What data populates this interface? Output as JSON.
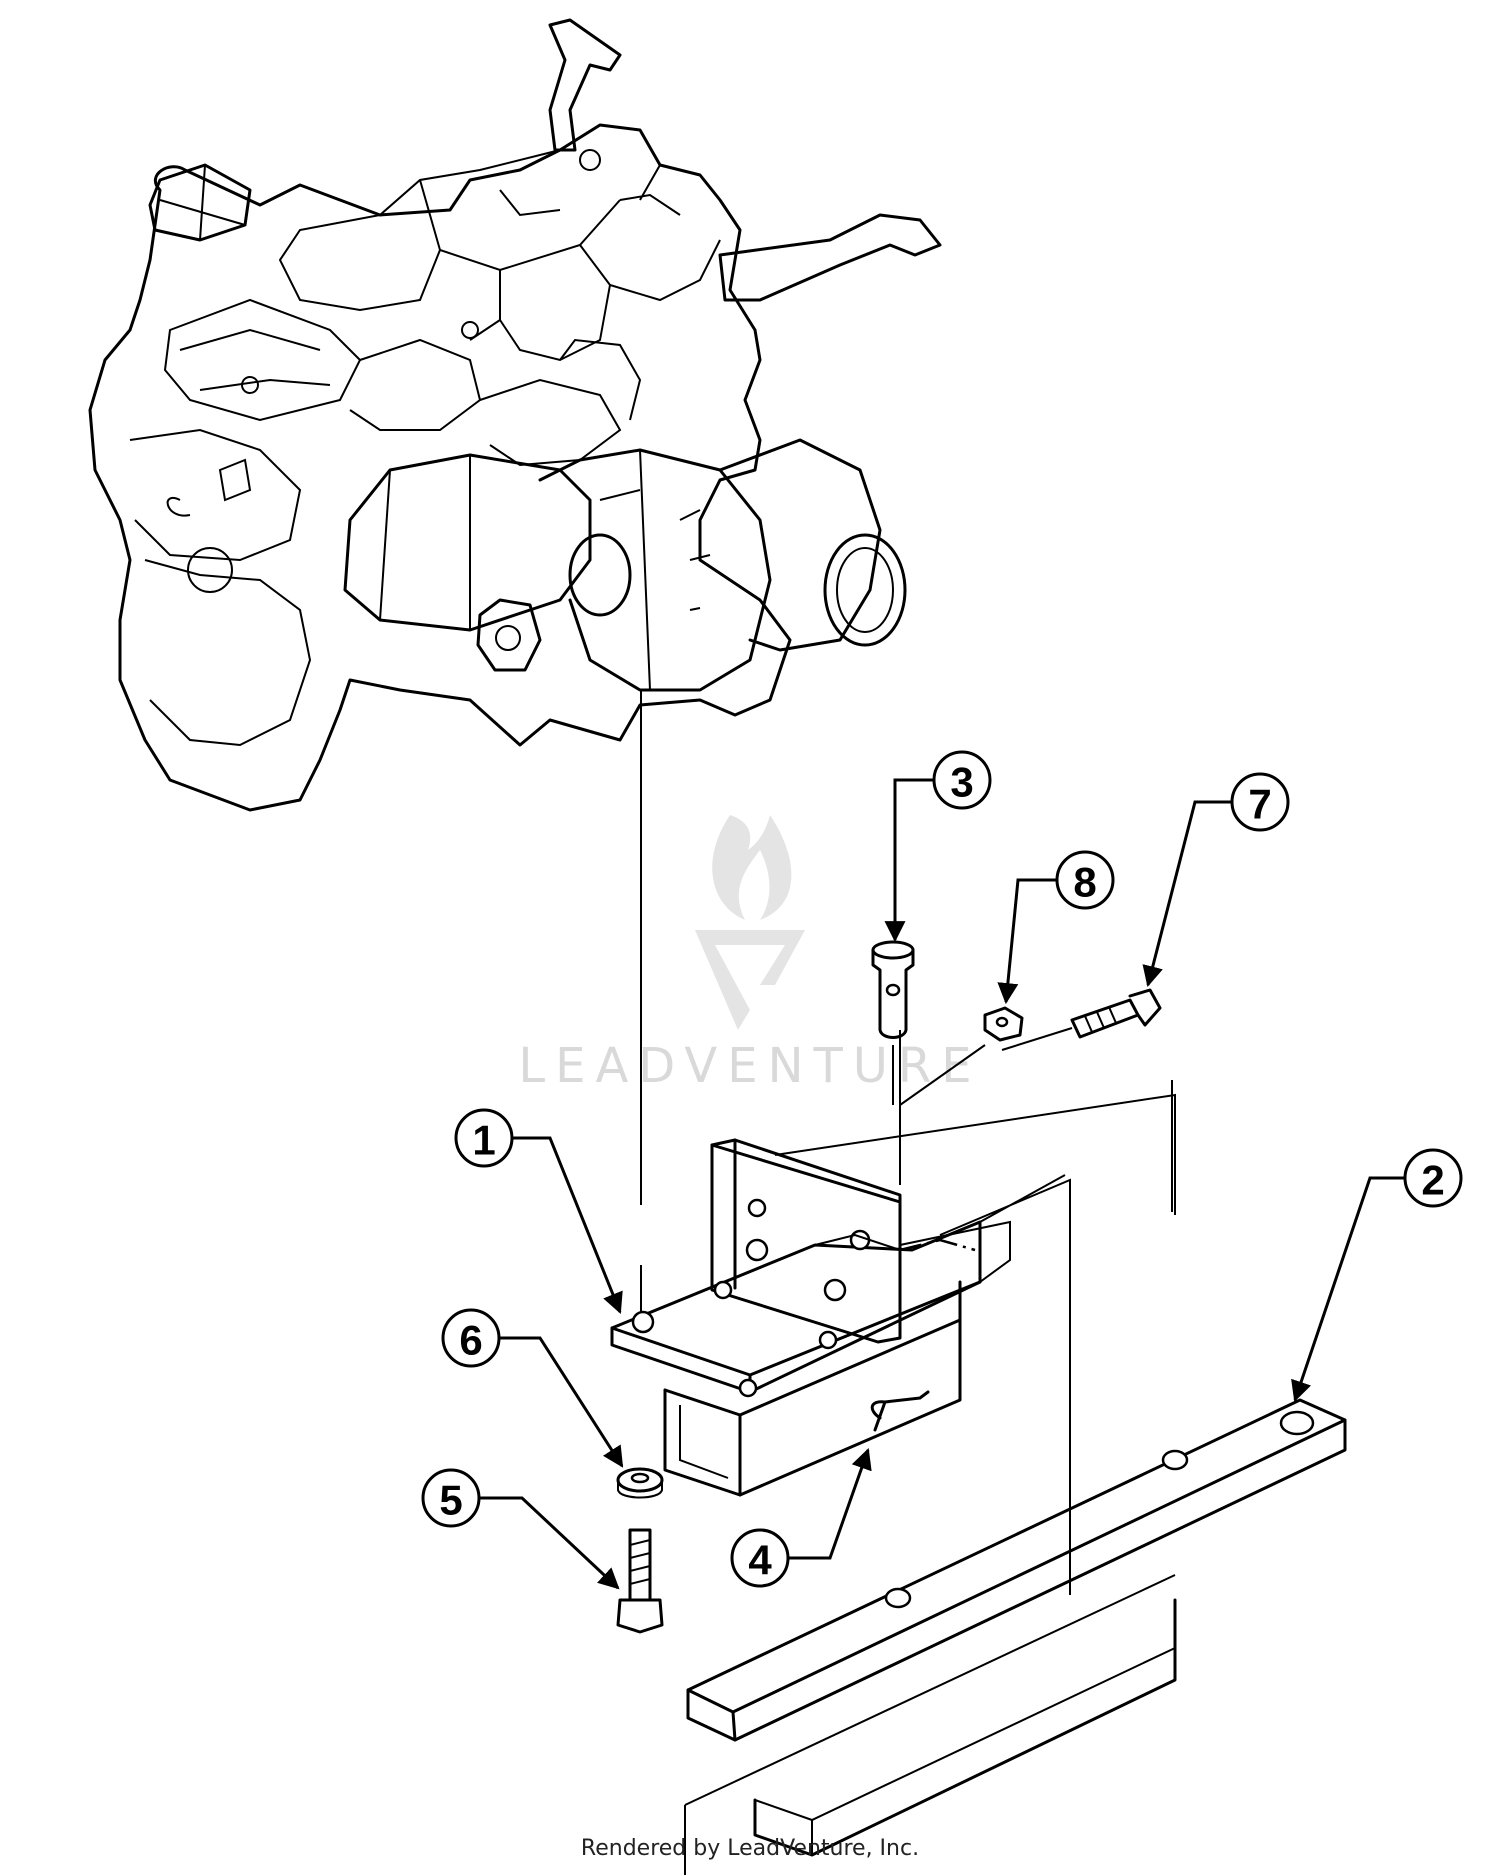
{
  "diagram": {
    "callouts": [
      {
        "id": "callout-1",
        "label": "1"
      },
      {
        "id": "callout-2",
        "label": "2"
      },
      {
        "id": "callout-3",
        "label": "3"
      },
      {
        "id": "callout-4",
        "label": "4"
      },
      {
        "id": "callout-5",
        "label": "5"
      },
      {
        "id": "callout-6",
        "label": "6"
      },
      {
        "id": "callout-7",
        "label": "7"
      },
      {
        "id": "callout-8",
        "label": "8"
      }
    ]
  },
  "watermark": {
    "text": "LEADVENTURE"
  },
  "footer": {
    "text": "Rendered by LeadVenture, Inc."
  }
}
